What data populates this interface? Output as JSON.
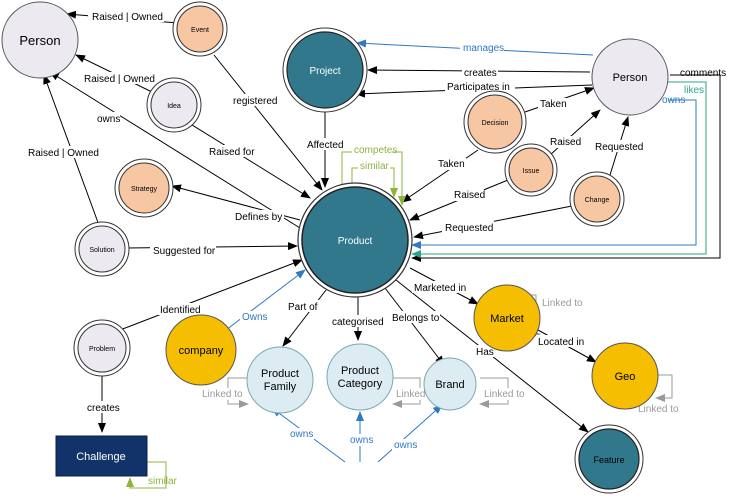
{
  "colors": {
    "gray_node": "#ece9f1",
    "peach_node": "#f7c6a3",
    "teal_node": "#31788c",
    "yellow_node": "#f5be00",
    "light_blue_node": "#dcecf2",
    "navy_node": "#11336a",
    "blue_edge": "#2e78c4",
    "green_edge": "#8fb43d",
    "gray_edge": "#9a9a9a",
    "teal_edge": "#2aa58a"
  },
  "nodes": {
    "person_left": "Person",
    "event": "Event",
    "idea": "Idea",
    "project": "Project",
    "person_right": "Person",
    "decision": "Decision",
    "issue": "Issue",
    "change": "Change",
    "strategy": "Strategy",
    "product": "Product",
    "solution": "Solution",
    "problem": "Problem",
    "company": "company",
    "product_family": "Product Family",
    "product_category": "Product Category",
    "brand": "Brand",
    "market": "Market",
    "geo": "Geo",
    "feature": "Feature",
    "challenge": "Challenge"
  },
  "edges": {
    "event_person": "Raised | Owned",
    "idea_person": "Raised | Owned",
    "product_person": "owns",
    "solution_person": "Raised | Owned",
    "event_product": "registered",
    "idea_product": "Raised for",
    "project_product": "Affected",
    "person_project_manages": "manages",
    "person_project_creates": "creates",
    "person_project_participates": "Participates in",
    "comments": "comments",
    "likes": "likes",
    "owns_right": "owns",
    "decision_person": "Taken",
    "decision_product": "Taken",
    "issue_person": "Raised",
    "issue_product": "Raised",
    "change_person": "Requested",
    "change_product": "Requested",
    "competes": "competes",
    "similar_product": "similar",
    "strategy_product": "Defines by",
    "solution_product": "Suggested for",
    "problem_product": "Identified",
    "company_product": "Owns",
    "product_family": "Part of",
    "product_category": "categorised",
    "product_brand": "Belongs to",
    "product_market": "Marketed in",
    "product_feature": "Has",
    "market_linked": "Linked to",
    "market_geo": "Located in",
    "geo_linked": "Linked to",
    "family_linked": "Linked to",
    "category_linked": "Linked to",
    "brand_linked": "Linked to",
    "owns_family": "owns",
    "owns_category": "owns",
    "owns_brand": "owns",
    "problem_challenge": "creates",
    "challenge_similar": "similar"
  }
}
